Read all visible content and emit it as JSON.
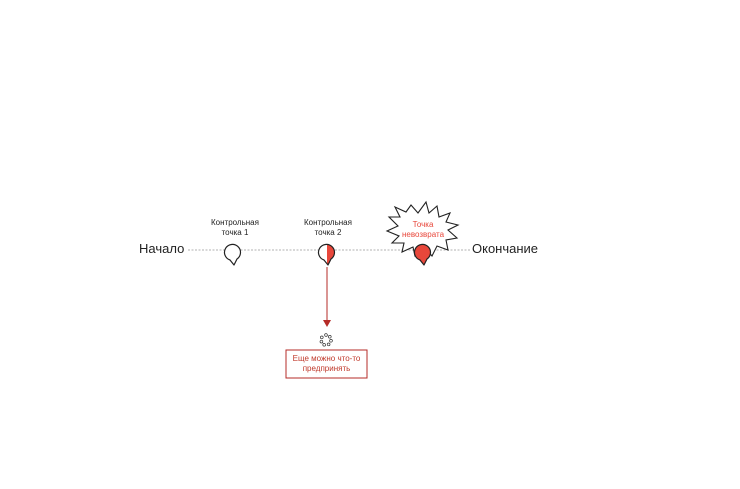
{
  "labels": {
    "start": "Начало",
    "end": "Окончание",
    "checkpoint1": "Контрольная\nточка 1",
    "checkpoint2": "Контрольная\nточка 2",
    "point_of_no_return": "Точка\nневозврата",
    "box_text": "Еще можно что-то\nпредпринять"
  },
  "colors": {
    "accent": "#e8473b",
    "box_border": "#b52b27",
    "box_text": "#c0392b",
    "line": "#999999",
    "ink": "#222222"
  },
  "icons": {
    "pin_empty": "speech-pin-outline-icon",
    "pin_half": "speech-pin-half-filled-icon",
    "pin_full": "speech-pin-filled-icon",
    "burst": "explosion-burst-icon",
    "down_arrow": "arrow-down-icon",
    "loading": "loading-dots-icon"
  }
}
